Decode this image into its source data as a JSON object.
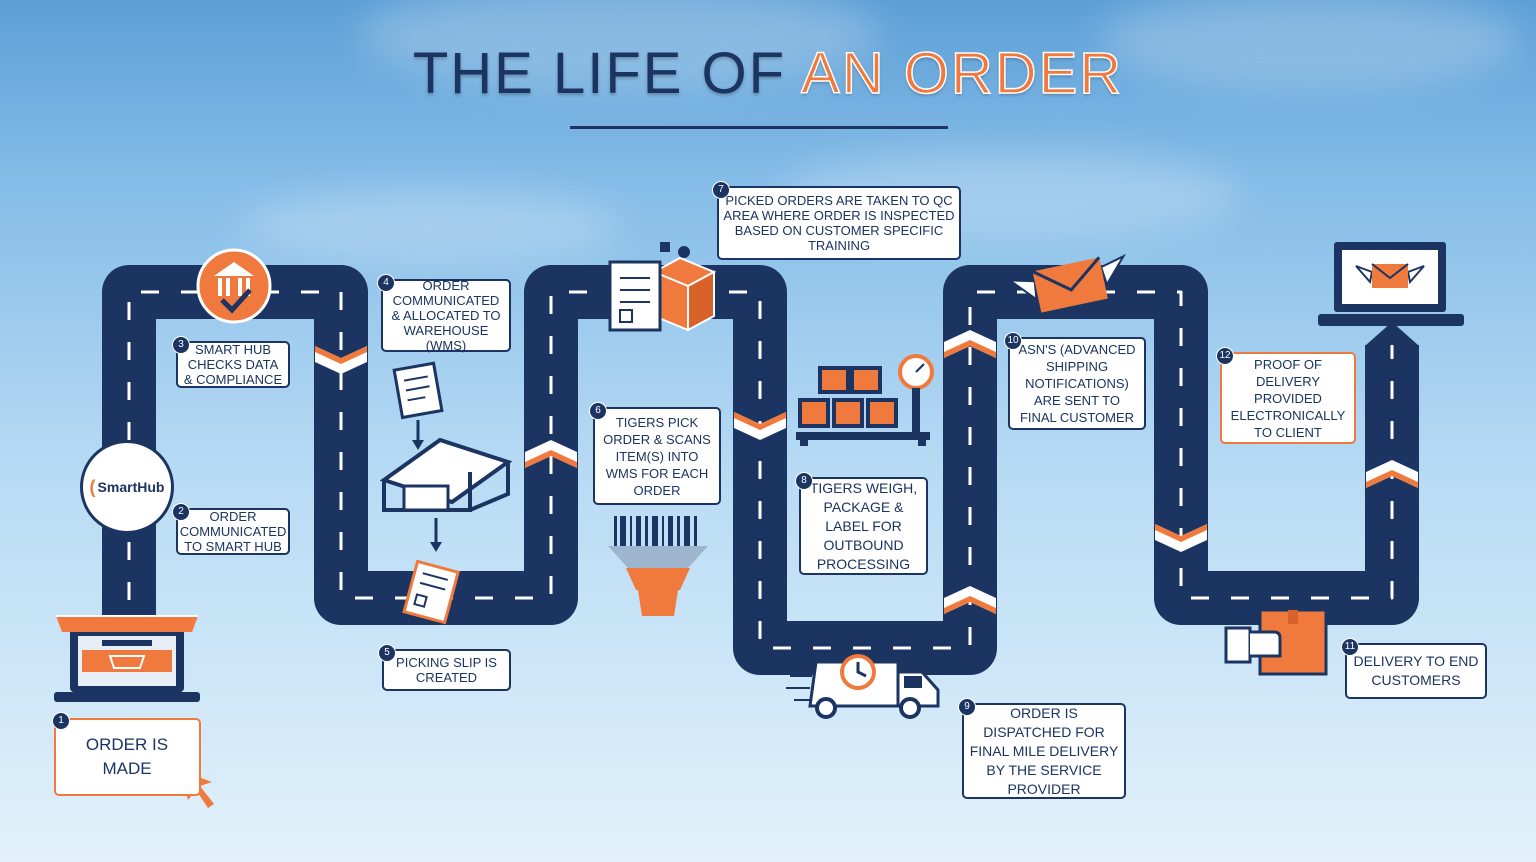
{
  "title": {
    "part1": "THE LIFE OF",
    "part2": "AN ORDER"
  },
  "colors": {
    "navy": "#1b3461",
    "orange": "#f07a3e",
    "white": "#ffffff"
  },
  "hub_logo": {
    "text": "SmartHub"
  },
  "steps": [
    {
      "num": "1",
      "label": "ORDER IS MADE"
    },
    {
      "num": "2",
      "label": "ORDER COMMUNICATED TO SMART HUB"
    },
    {
      "num": "3",
      "label": "SMART HUB CHECKS DATA & COMPLIANCE"
    },
    {
      "num": "4",
      "label": "ORDER COMMUNICATED & ALLOCATED TO WAREHOUSE (WMS)"
    },
    {
      "num": "5",
      "label": "PICKING SLIP IS CREATED"
    },
    {
      "num": "6",
      "label": "TIGERS PICK ORDER & SCANS ITEM(S) INTO WMS FOR EACH ORDER"
    },
    {
      "num": "7",
      "label": "PICKED ORDERS ARE TAKEN TO QC AREA WHERE ORDER IS INSPECTED BASED ON CUSTOMER SPECIFIC TRAINING"
    },
    {
      "num": "8",
      "label": "TIGERS WEIGH, PACKAGE & LABEL FOR OUTBOUND PROCESSING"
    },
    {
      "num": "9",
      "label": "ORDER IS DISPATCHED FOR FINAL MILE DELIVERY BY THE SERVICE PROVIDER"
    },
    {
      "num": "10",
      "label": "ASN'S (ADVANCED SHIPPING NOTIFICATIONS) ARE SENT TO FINAL CUSTOMER"
    },
    {
      "num": "11",
      "label": "DELIVERY TO END CUSTOMERS"
    },
    {
      "num": "12",
      "label": "PROOF OF DELIVERY PROVIDED ELECTRONICALLY TO CLIENT"
    }
  ],
  "icons": [
    "storefront-laptop-icon",
    "cursor-click-icon",
    "smarthub-logo",
    "bank-check-icon",
    "document-icon",
    "warehouse-icon",
    "picking-slip-icon",
    "qc-box-checklist-icon",
    "barcode-scanner-icon",
    "scale-boxes-icon",
    "delivery-truck-clock-icon",
    "winged-envelope-icon",
    "package-handover-icon",
    "laptop-email-icon"
  ]
}
